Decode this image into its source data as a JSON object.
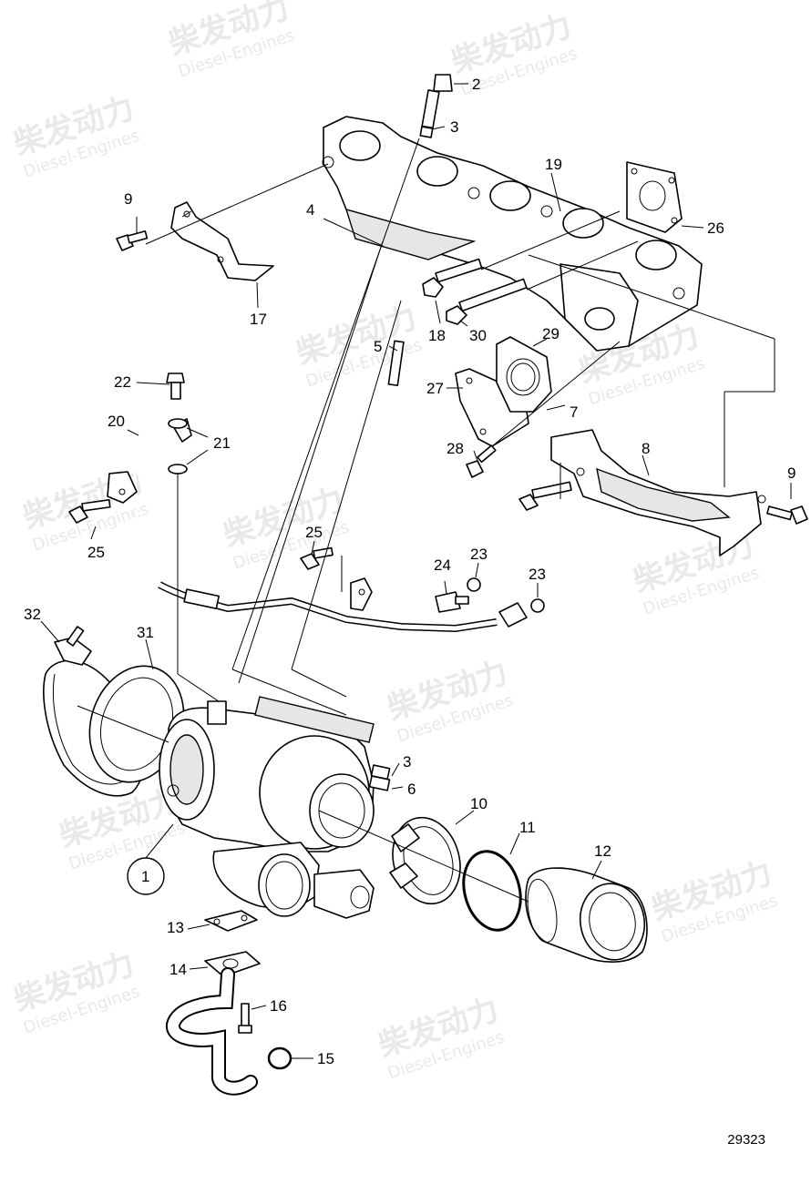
{
  "watermark": {
    "brand_cn": "柴发动力",
    "brand_en": "Diesel-Engines"
  },
  "figure_number": "29323",
  "callouts": {
    "c1": "1",
    "c2": "2",
    "c3a": "3",
    "c3b": "3",
    "c4": "4",
    "c5": "5",
    "c6": "6",
    "c7": "7",
    "c8": "8",
    "c9a": "9",
    "c9b": "9",
    "c10": "10",
    "c11": "11",
    "c12": "12",
    "c13": "13",
    "c14": "14",
    "c15": "15",
    "c16": "16",
    "c17": "17",
    "c18": "18",
    "c19": "19",
    "c20": "20",
    "c21": "21",
    "c22": "22",
    "c23a": "23",
    "c23b": "23",
    "c24": "24",
    "c25a": "25",
    "c25b": "25",
    "c26": "26",
    "c27": "27",
    "c28": "28",
    "c29": "29",
    "c30": "30",
    "c31": "31",
    "c32": "32"
  }
}
